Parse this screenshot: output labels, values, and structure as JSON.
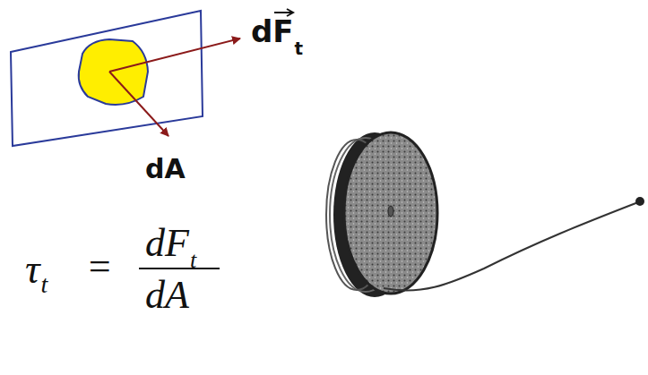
{
  "diagram": {
    "labels": [
      "dF",
      "t",
      "dA",
      "τ",
      "t",
      "=",
      "dF",
      "t",
      "dA"
    ]
  }
}
